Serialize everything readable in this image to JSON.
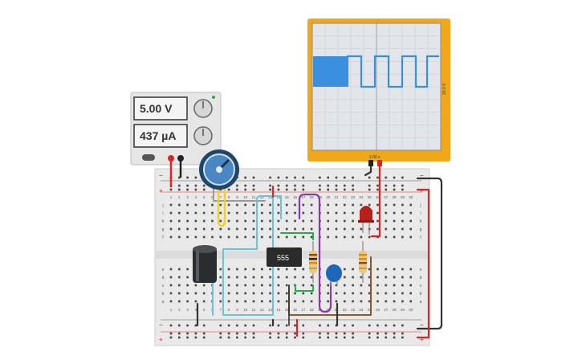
{
  "power_supply": {
    "voltage_readout": "5.00 V",
    "current_readout": "437 µA"
  },
  "oscilloscope": {
    "time_div_label": "2.00 s",
    "volt_div_label": "20.0 V",
    "trace_color": "#3a8fde",
    "frame_color": "#f0a81a"
  },
  "breadboard": {
    "column_numbers": [
      "1",
      "2",
      "3",
      "4",
      "5",
      "6",
      "7",
      "8",
      "9",
      "10",
      "11",
      "12",
      "13",
      "14",
      "15",
      "16",
      "17",
      "18",
      "19",
      "20",
      "21",
      "22",
      "23",
      "24",
      "25",
      "26",
      "27",
      "28",
      "29",
      "30"
    ],
    "row_letters_top": [
      "j",
      "i",
      "h",
      "g",
      "f"
    ],
    "row_letters_bottom": [
      "e",
      "d",
      "c",
      "b",
      "a"
    ],
    "rail_minus": "−",
    "rail_plus": "+"
  },
  "components": {
    "timer_chip_label": "555"
  },
  "colors": {
    "wire_red": "#e02424",
    "wire_black": "#222222",
    "wire_light_blue": "#69c3d8",
    "wire_purple": "#8a3aa8",
    "wire_brown": "#8a5a2b",
    "wire_green": "#2aa84a",
    "wire_yellow": "#f2d21b",
    "wire_grey": "#9a9a9a"
  }
}
